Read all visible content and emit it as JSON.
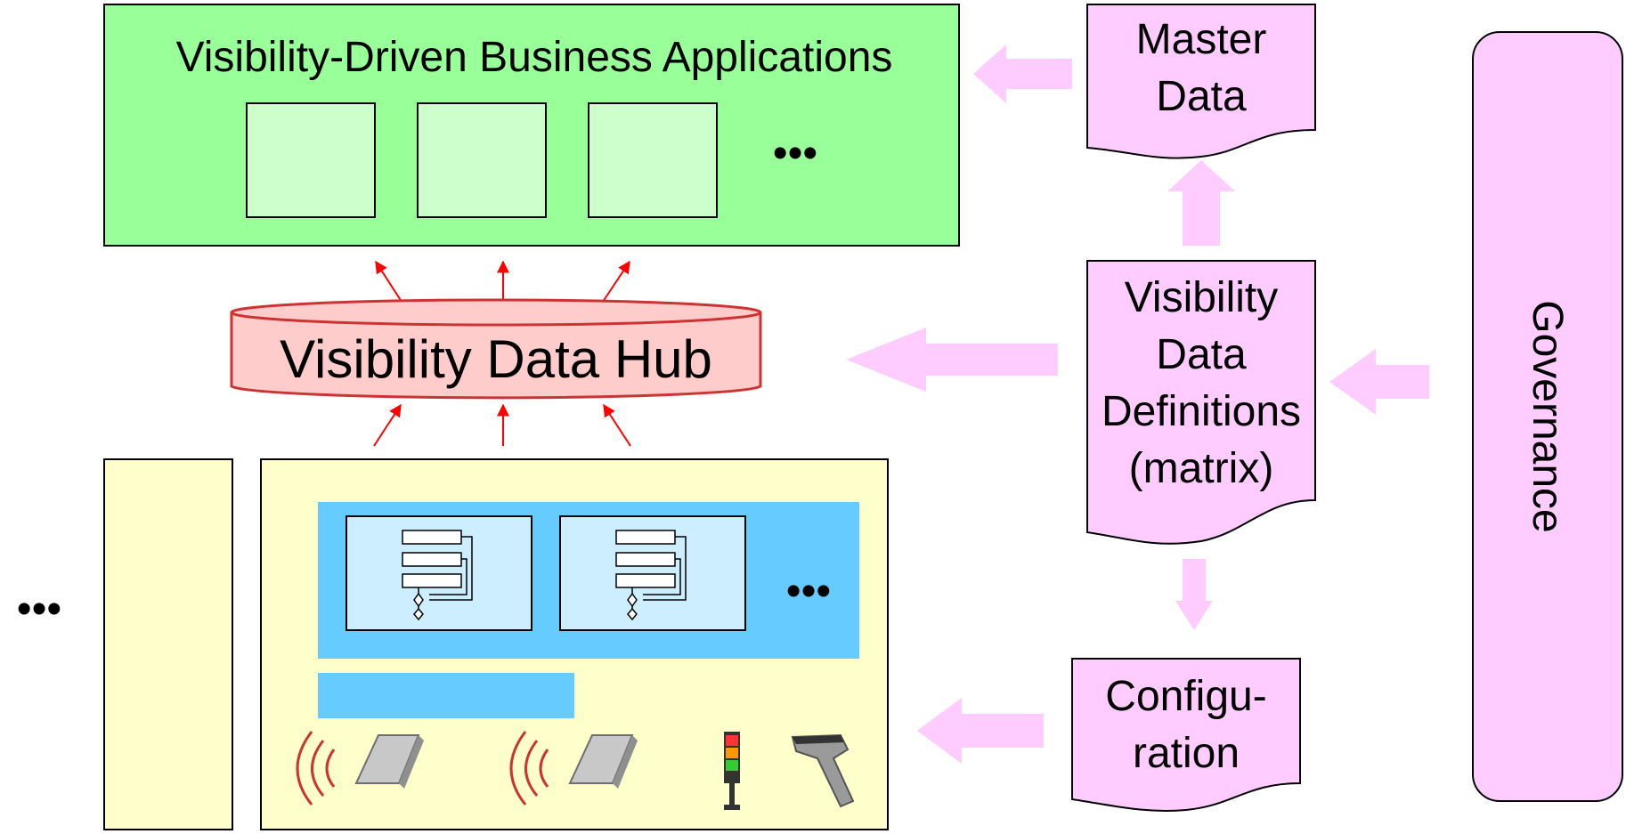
{
  "business_apps": {
    "title": "Visibility-Driven Business Applications",
    "ellipsis": "•••"
  },
  "hub": {
    "label": "Visibility Data Hub"
  },
  "master_data": {
    "line1": "Master",
    "line2": "Data"
  },
  "definitions": {
    "line1": "Visibility",
    "line2": "Data",
    "line3": "Definitions",
    "line4": "(matrix)"
  },
  "configuration": {
    "line1": "Configu-",
    "line2": "ration"
  },
  "governance": {
    "label": "Governance"
  },
  "capture": {
    "ellipsis_left": "•••",
    "ellipsis_right": "•••"
  },
  "colors": {
    "apps_green": "#99ff99",
    "app_box_green": "#ccffcc",
    "hub_fill": "#ffcccc",
    "hub_stroke": "#cc3333",
    "doc_pink": "#ffccff",
    "capture_yellow": "#ffffcc",
    "blue_panel": "#66ccff",
    "arrow_red": "#ff0000"
  }
}
